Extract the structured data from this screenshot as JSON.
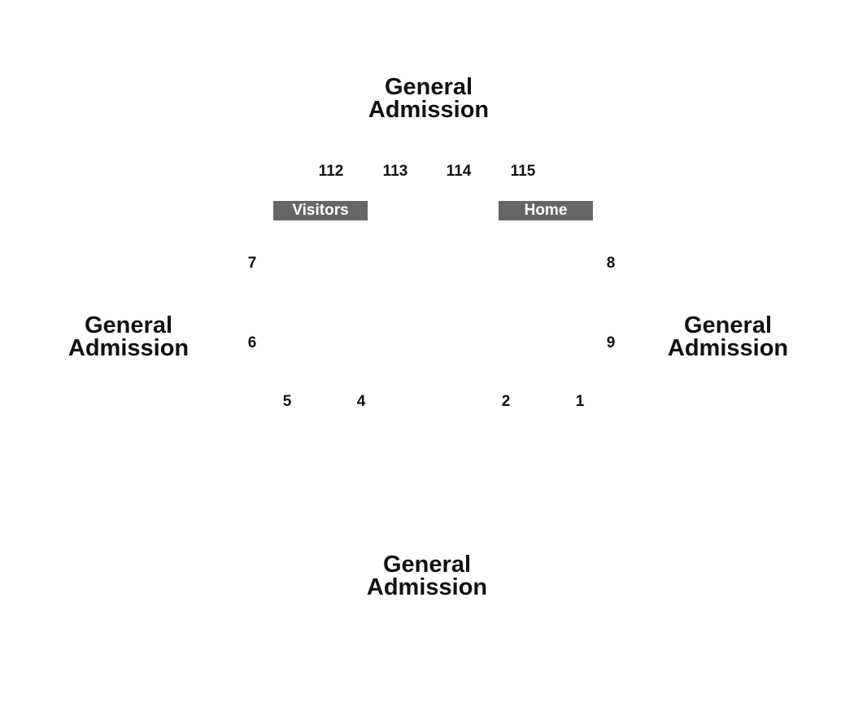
{
  "general_admission": {
    "top": {
      "line1": "General",
      "line2": "Admission"
    },
    "left": {
      "line1": "General",
      "line2": "Admission"
    },
    "right": {
      "line1": "General",
      "line2": "Admission"
    },
    "bottom": {
      "line1": "General",
      "line2": "Admission"
    }
  },
  "sections": {
    "s112": "112",
    "s113": "113",
    "s114": "114",
    "s115": "115",
    "s7": "7",
    "s6": "6",
    "s8": "8",
    "s9": "9",
    "s5": "5",
    "s4": "4",
    "s2": "2",
    "s1": "1"
  },
  "benches": {
    "visitors": "Visitors",
    "home": "Home"
  },
  "colors": {
    "bench_fill": "#666666",
    "bench_text": "#ffffff",
    "label_text": "#111111"
  }
}
